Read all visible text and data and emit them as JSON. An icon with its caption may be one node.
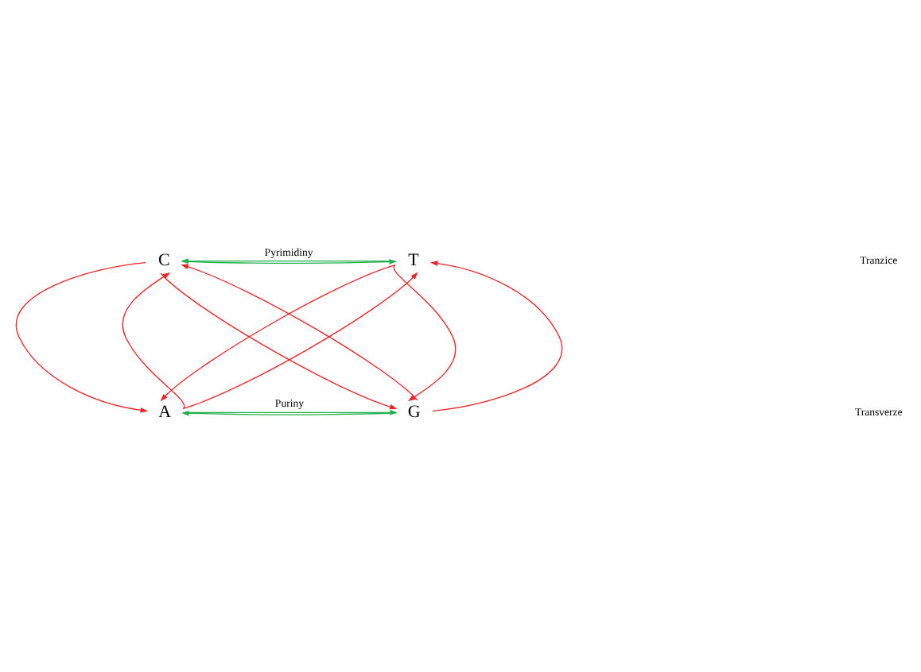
{
  "diagram": {
    "nodes": [
      {
        "text": [
          "C"
        ]
      },
      {
        "text": [
          "T"
        ]
      },
      {
        "text": [
          "A"
        ]
      },
      {
        "text": [
          "G"
        ]
      }
    ],
    "edges": [
      {
        "from": 1,
        "to": 0,
        "arrow": "to",
        "color": "#22b14c",
        "label": "Pyrimidiny"
      },
      {
        "from": 0,
        "to": 1,
        "arrow": "to",
        "color": "#22b14c"
      },
      {
        "from": 2,
        "to": 0,
        "arrow": "to"
      },
      {
        "from": 0,
        "to": 2,
        "arrow": "to"
      },
      {
        "from": 3,
        "to": 1,
        "arrow": "to"
      },
      {
        "from": 1,
        "to": 3,
        "arrow": "to"
      },
      {
        "from": 0,
        "to": 3,
        "arrow": "to"
      },
      {
        "from": 3,
        "to": 0,
        "arrow": "to"
      },
      {
        "from": 2,
        "to": 1,
        "arrow": "to"
      },
      {
        "from": 1,
        "to": 2,
        "arrow": "to"
      },
      {
        "from": 3,
        "to": 2,
        "arrow": "to",
        "color": "#22b14c"
      },
      {
        "from": 2,
        "to": 3,
        "arrow": "to",
        "color": "#22b14c",
        "label": "Puriny"
      }
    ],
    "legend": [
      {
        "text": "Tranzice"
      },
      {
        "text": "Transverze"
      }
    ]
  }
}
